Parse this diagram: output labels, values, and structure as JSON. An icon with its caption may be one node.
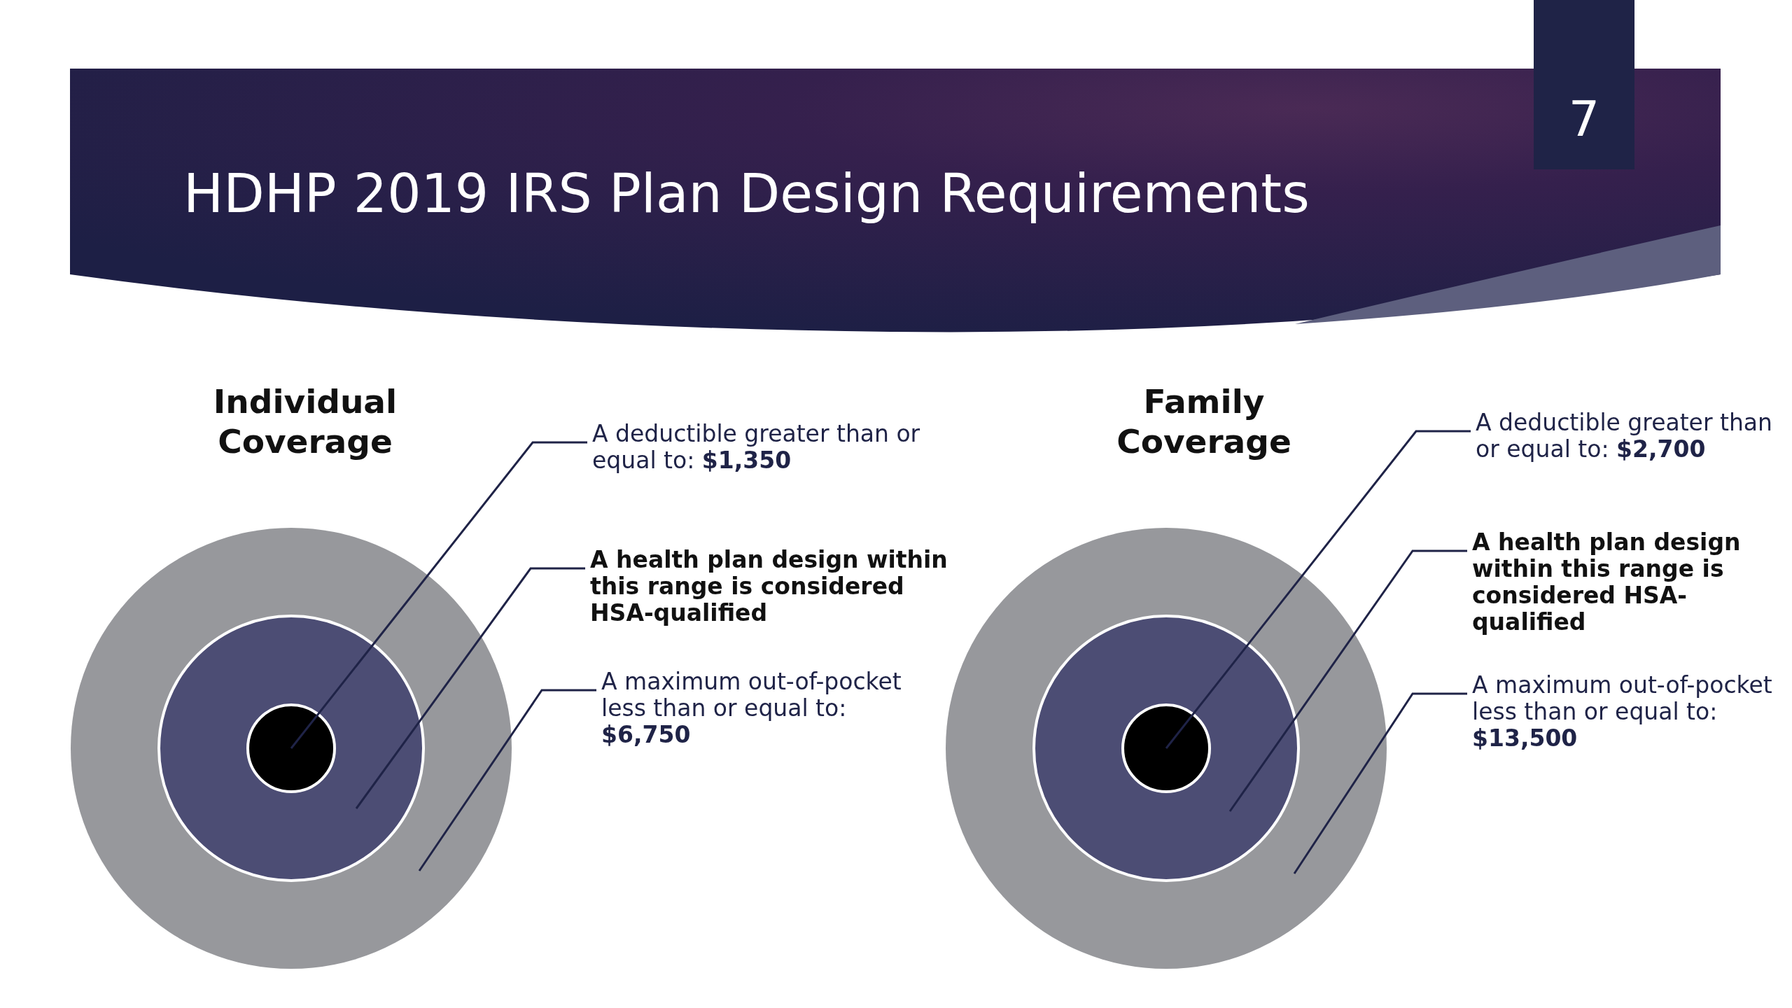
{
  "diagram": {
    "title": "HDHP 2019 IRS Plan Design Requirements",
    "nodes": [
      {
        "text": [],
        "shape": "circle"
      },
      {
        "text": [],
        "shape": "circle",
        "in": 0
      },
      {
        "text": [],
        "shape": "circle",
        "in": 1
      },
      {
        "text": [
          "A deductible greater than or equal to: **$1,350**"
        ]
      },
      {
        "text": [
          "A health plan design within this range is considered HSA-qualified"
        ]
      },
      {
        "text": [
          "A maximum out-of-pocket less than or equal to: **$6,750**"
        ]
      },
      {
        "text": [],
        "shape": "circle"
      },
      {
        "text": [],
        "shape": "circle",
        "in": 6
      },
      {
        "text": [],
        "shape": "circle",
        "in": 7
      },
      {
        "text": [
          "A deductible greater than or equal to: **$2,700**"
        ]
      },
      {
        "text": [
          "A health plan design within this range is considered HSA-qualified"
        ]
      },
      {
        "text": [
          "A maximum out-of-pocket less than or equal to: **$13,500**"
        ]
      }
    ],
    "edges": [
      {
        "from": 3,
        "to": 2,
        "arrow": "none"
      },
      {
        "from": 4,
        "to": 1,
        "arrow": "none"
      },
      {
        "from": 5,
        "to": 0,
        "arrow": "none"
      },
      {
        "from": 9,
        "to": 8,
        "arrow": "none"
      },
      {
        "from": 10,
        "to": 7,
        "arrow": "none"
      },
      {
        "from": 11,
        "to": 6,
        "arrow": "none"
      }
    ],
    "labels": [
      "7",
      "Individual Coverage",
      "Family Coverage"
    ]
  }
}
